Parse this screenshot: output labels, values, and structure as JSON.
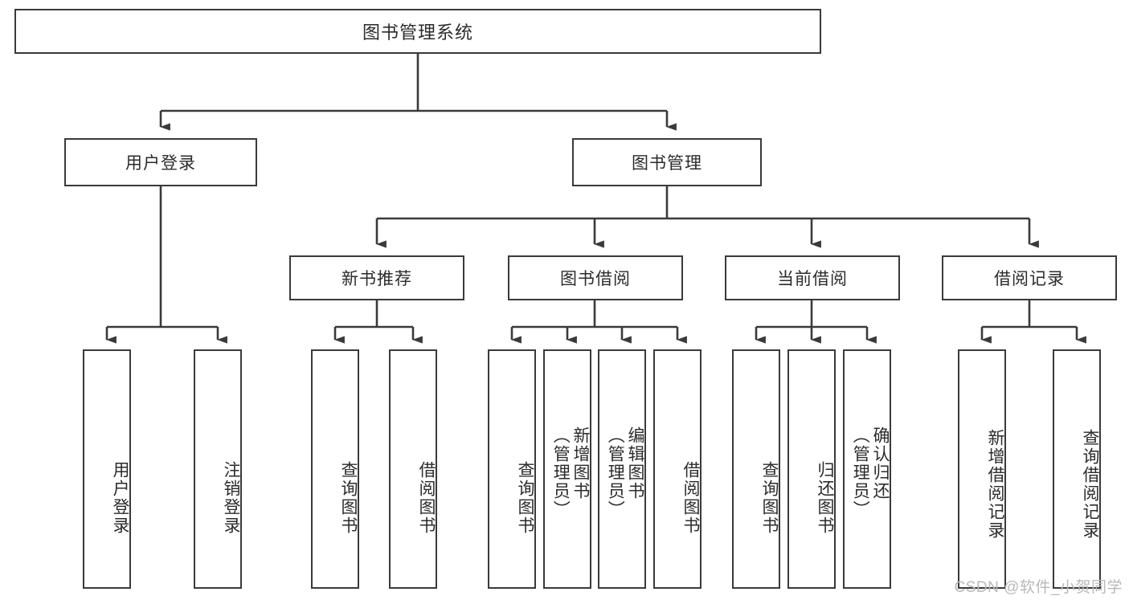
{
  "diagram": {
    "title": "图书管理系统",
    "type": "tree-hierarchy-diagram",
    "watermark": "CSDN @软件_小贺同学",
    "colors": {
      "box_border": "#3a3a3a",
      "box_fill": "#ffffff",
      "connector": "#3a3a3a",
      "text": "#2b2b2b",
      "watermark": "#b9b9b9",
      "background": "#ffffff"
    }
  },
  "nodes": {
    "root": {
      "label": "图书管理系统"
    },
    "level2": [
      {
        "id": "user-login",
        "label": "用户登录"
      },
      {
        "id": "book-manage",
        "label": "图书管理"
      }
    ],
    "level3": [
      {
        "id": "new-book-rec",
        "label": "新书推荐"
      },
      {
        "id": "book-borrow",
        "label": "图书借阅"
      },
      {
        "id": "current-borrow",
        "label": "当前借阅"
      },
      {
        "id": "borrow-record",
        "label": "借阅记录"
      }
    ],
    "leaves": {
      "user_login": [
        {
          "id": "leaf-user-login",
          "label": "用户登录"
        },
        {
          "id": "leaf-logout",
          "label": "注销登录"
        }
      ],
      "new_book_rec": [
        {
          "id": "leaf-query-book-1",
          "label": "查询图书"
        },
        {
          "id": "leaf-borrow-book-1",
          "label": "借阅图书"
        }
      ],
      "book_borrow": [
        {
          "id": "leaf-query-book-2",
          "label": "查询图书"
        },
        {
          "id": "leaf-add-book",
          "label": "新增图书\n（管理员）"
        },
        {
          "id": "leaf-edit-book",
          "label": "编辑图书\n（管理员）"
        },
        {
          "id": "leaf-borrow-book-2",
          "label": "借阅图书"
        }
      ],
      "current_borrow": [
        {
          "id": "leaf-query-book-3",
          "label": "查询图书"
        },
        {
          "id": "leaf-return-book",
          "label": "归还图书"
        },
        {
          "id": "leaf-confirm-return",
          "label": "确认归还\n（管理员）"
        }
      ],
      "borrow_record": [
        {
          "id": "leaf-add-record",
          "label": "新增借阅记录"
        },
        {
          "id": "leaf-query-record",
          "label": "查询借阅记录"
        }
      ]
    }
  }
}
